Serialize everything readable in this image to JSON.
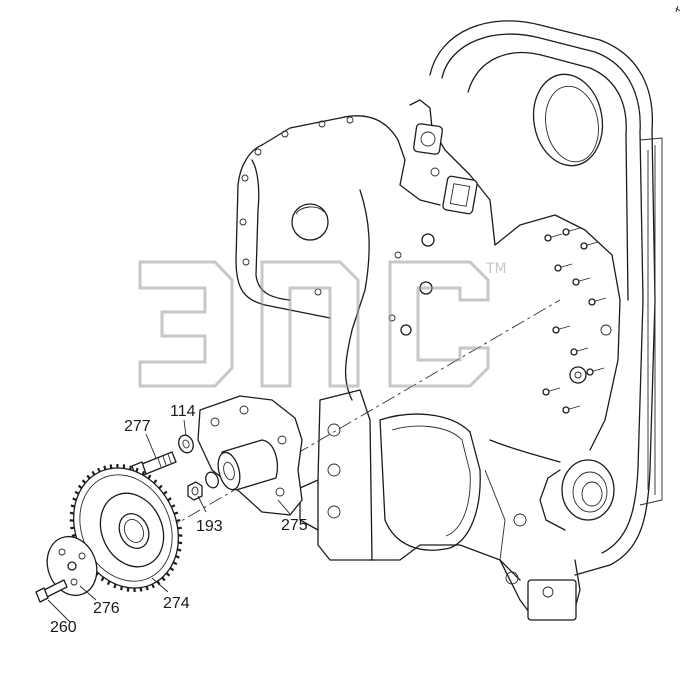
{
  "diagram": {
    "watermark": {
      "text": "ЭПС",
      "trademark": "TM",
      "color": "#9a9a9a"
    },
    "parts": [
      {
        "id": "277",
        "label": "277"
      },
      {
        "id": "114",
        "label": "114"
      },
      {
        "id": "193",
        "label": "193"
      },
      {
        "id": "275",
        "label": "275"
      },
      {
        "id": "274",
        "label": "274"
      },
      {
        "id": "276",
        "label": "276"
      },
      {
        "id": "260",
        "label": "260"
      }
    ],
    "line_color": "#1c1c1c"
  }
}
